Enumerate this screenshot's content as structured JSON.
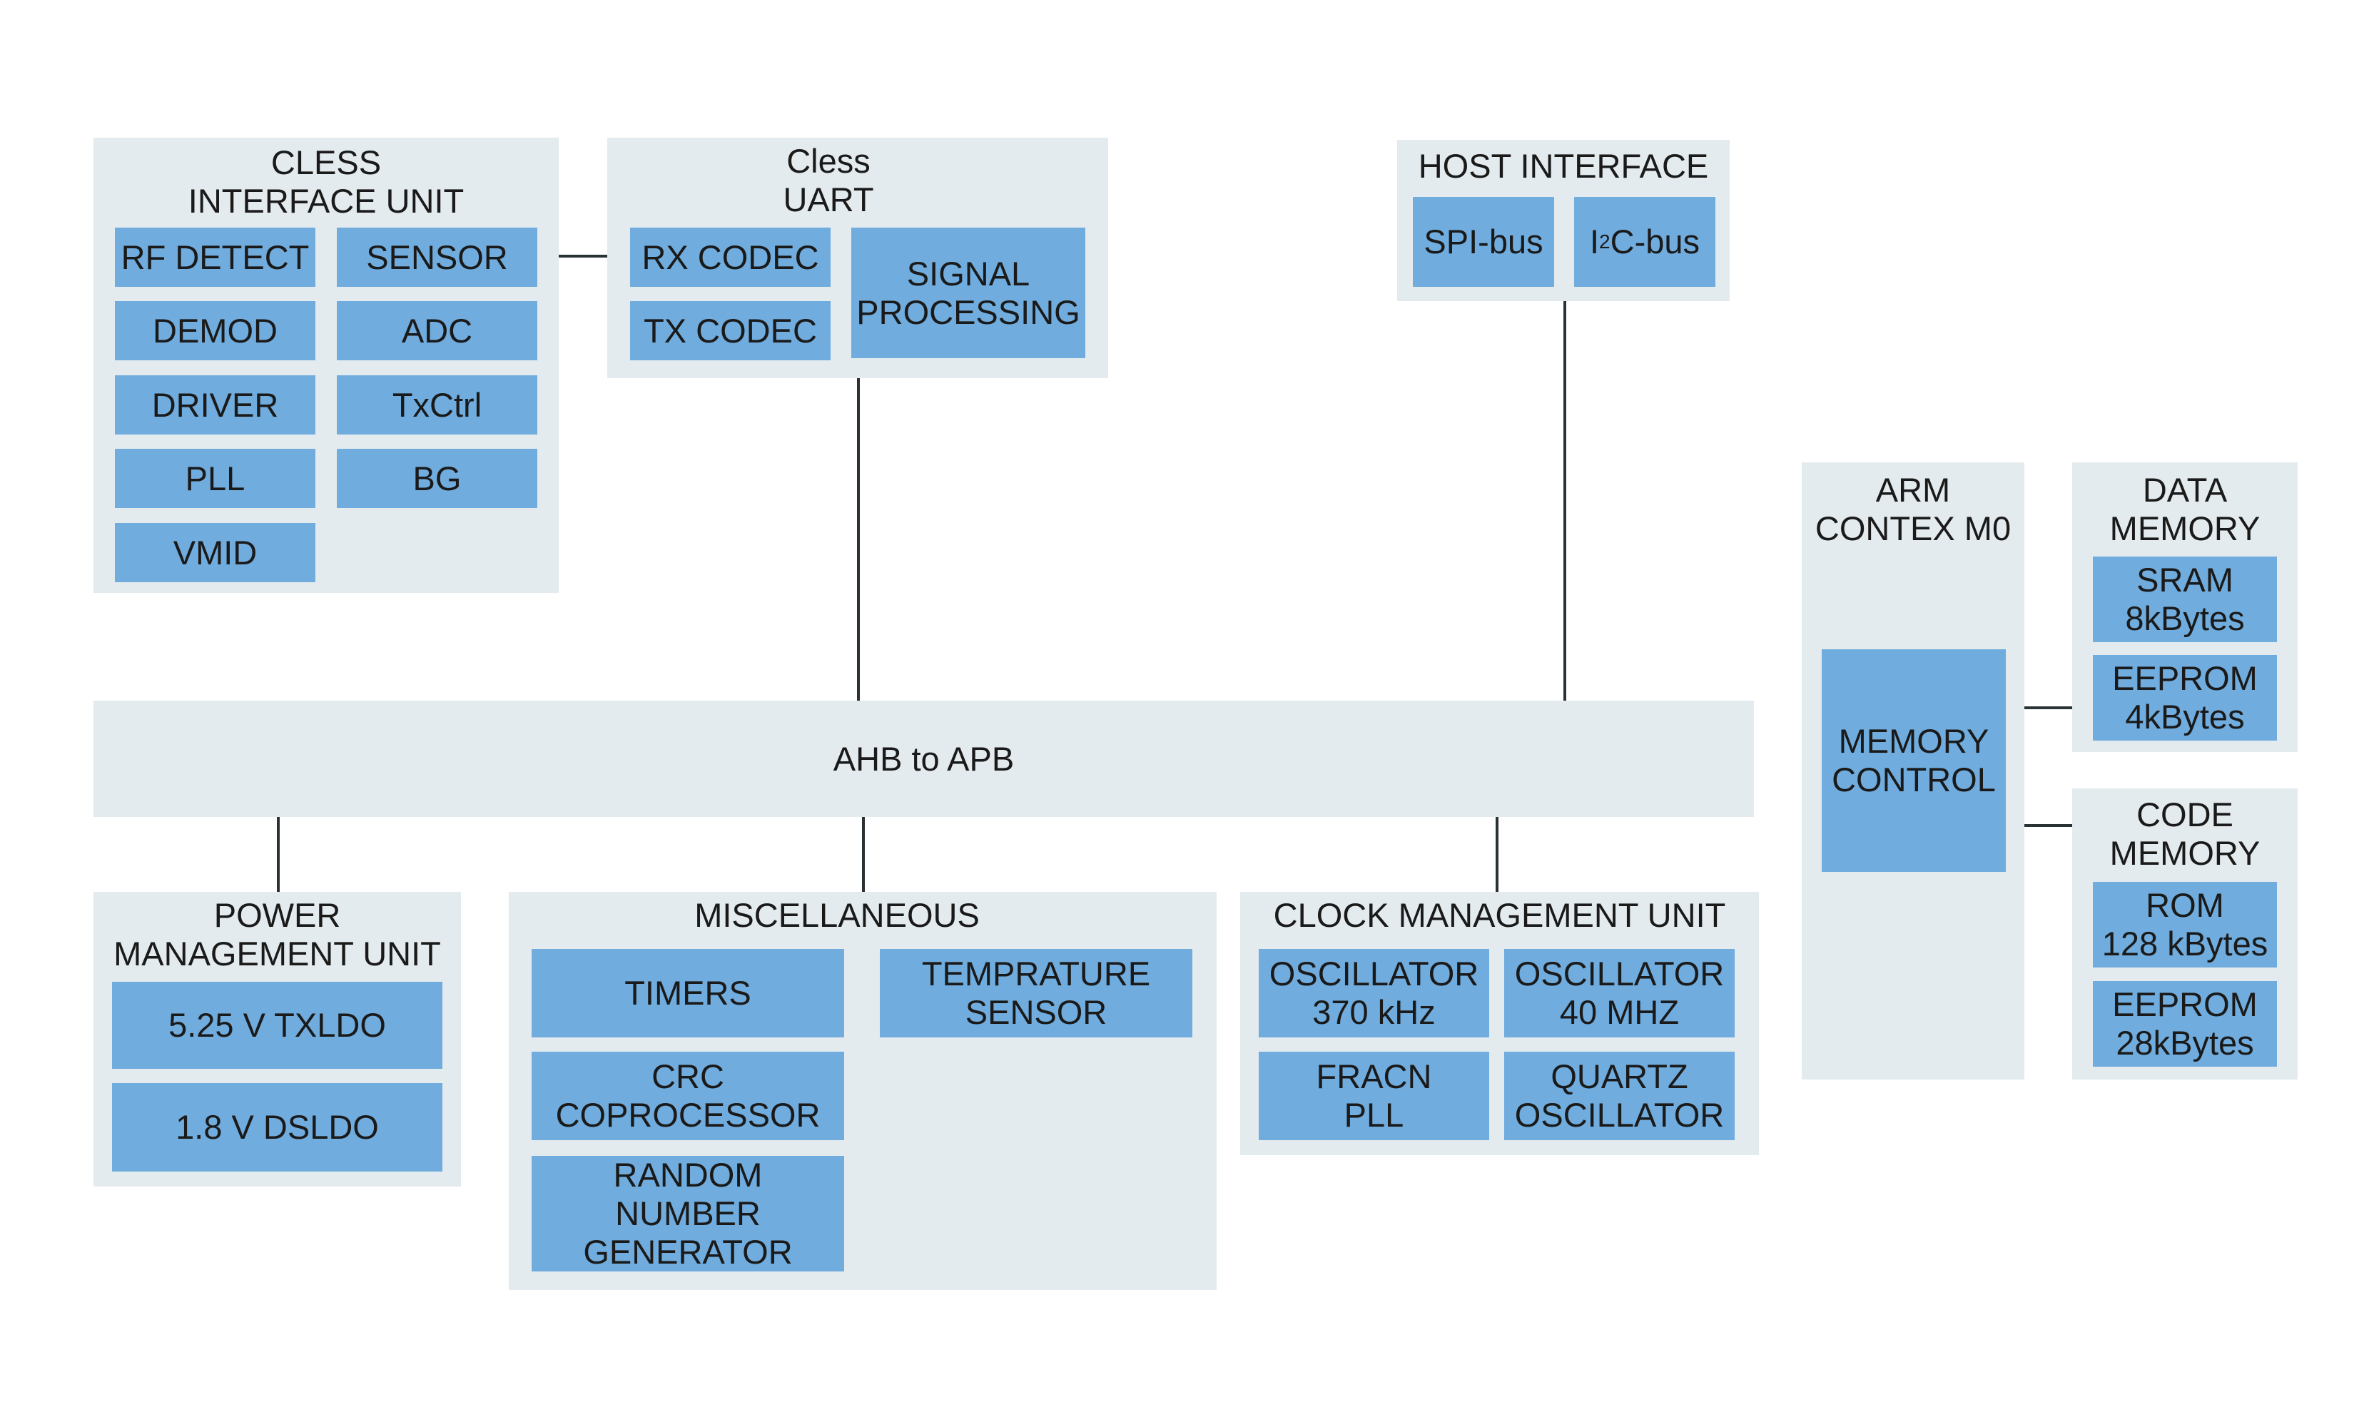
{
  "cless_interface": {
    "title": "CLESS\nINTERFACE UNIT",
    "blocks": [
      "RF DETECT",
      "SENSOR",
      "DEMOD",
      "ADC",
      "DRIVER",
      "TxCtrl",
      "PLL",
      "BG",
      "VMID"
    ]
  },
  "cless_uart": {
    "title": "Cless\nUART",
    "rx": "RX CODEC",
    "tx": "TX CODEC",
    "signal": "SIGNAL\nPROCESSING"
  },
  "host_interface": {
    "title": "HOST INTERFACE",
    "spi": "SPI-bus",
    "i2c_prefix": "I",
    "i2c_sup": "2",
    "i2c_suffix": "C-bus"
  },
  "arm": {
    "title": "ARM\nCONTEX M0",
    "memory_control": "MEMORY\nCONTROL"
  },
  "data_memory": {
    "title": "DATA\nMEMORY",
    "sram": "SRAM\n8kBytes",
    "eeprom": "EEPROM\n4kBytes"
  },
  "code_memory": {
    "title": "CODE\nMEMORY",
    "rom": "ROM\n128 kBytes",
    "eeprom": "EEPROM\n28kBytes"
  },
  "bus": {
    "label": "AHB to APB"
  },
  "power": {
    "title": "POWER\nMANAGEMENT UNIT",
    "txldo": "5.25 V TXLDO",
    "dsldo": "1.8 V DSLDO"
  },
  "misc": {
    "title": "MISCELLANEOUS",
    "timers": "TIMERS",
    "temp": "TEMPRATURE\nSENSOR",
    "crc": "CRC\nCOPROCESSOR",
    "rng": "RANDOM\nNUMBER\nGENERATOR"
  },
  "clock": {
    "title": "CLOCK MANAGEMENT UNIT",
    "osc370": "OSCILLATOR\n370 kHz",
    "osc40": "OSCILLATOR\n40 MHZ",
    "fracn": "FRACN\nPLL",
    "quartz": "QUARTZ\nOSCILLATOR"
  },
  "colors": {
    "group_bg": "#e4ebee",
    "block_bg": "#70acdd",
    "line": "#2b3236"
  }
}
